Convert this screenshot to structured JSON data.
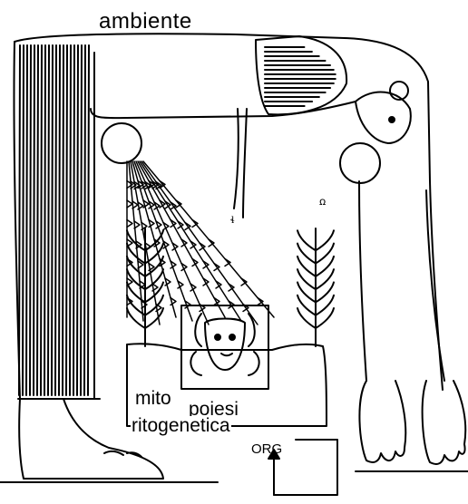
{
  "figure": {
    "labels": {
      "ambiente": "ambiente",
      "mito": "mito",
      "poiesi": "poiesi",
      "ritogenetica": "ritogenetica",
      "org": "ORG"
    },
    "style": {
      "ink": "#000000",
      "paper": "#ffffff"
    },
    "icons": [
      "sun-disc-icon",
      "hathor-face-icon",
      "plant-icon",
      "up-arrow-icon"
    ]
  }
}
